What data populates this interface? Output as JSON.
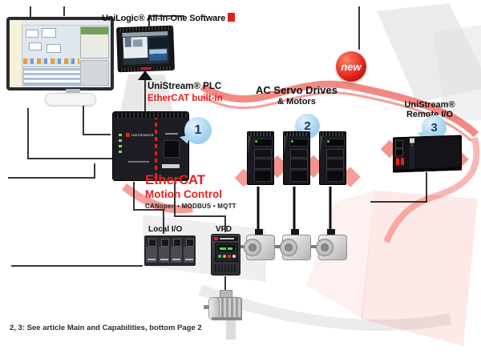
{
  "diagram": {
    "top_title": "UniLogic® All-in-One Software",
    "plc_label_line1": "UniStream® PLC",
    "plc_label_line2": "EtherCAT built-in",
    "drives_label_line1": "AC Servo Drives",
    "drives_label_line2": "& Motors",
    "new_badge": "new",
    "rack_label_line1": "UniStream®",
    "rack_label_line2": "Remote I/O",
    "center_label_line1": "EtherCAT",
    "center_label_line2": "Motion Control",
    "center_caption": "CANopen • MODBUS • MQTT",
    "local_io_label": "Local I/O",
    "vfd_label": "VFD",
    "footnote": "2, 3: See article Main and Capabilities, bottom Page 2",
    "callouts": [
      {
        "number": "1"
      },
      {
        "number": "2"
      },
      {
        "number": "3"
      }
    ],
    "plc_brand": "UNITRONICS",
    "colors": {
      "accent_red": "#e32119",
      "callout_blue": "#a9d6ef",
      "device_black": "#1b1b20",
      "new_badge_red": "#e8281e"
    }
  }
}
